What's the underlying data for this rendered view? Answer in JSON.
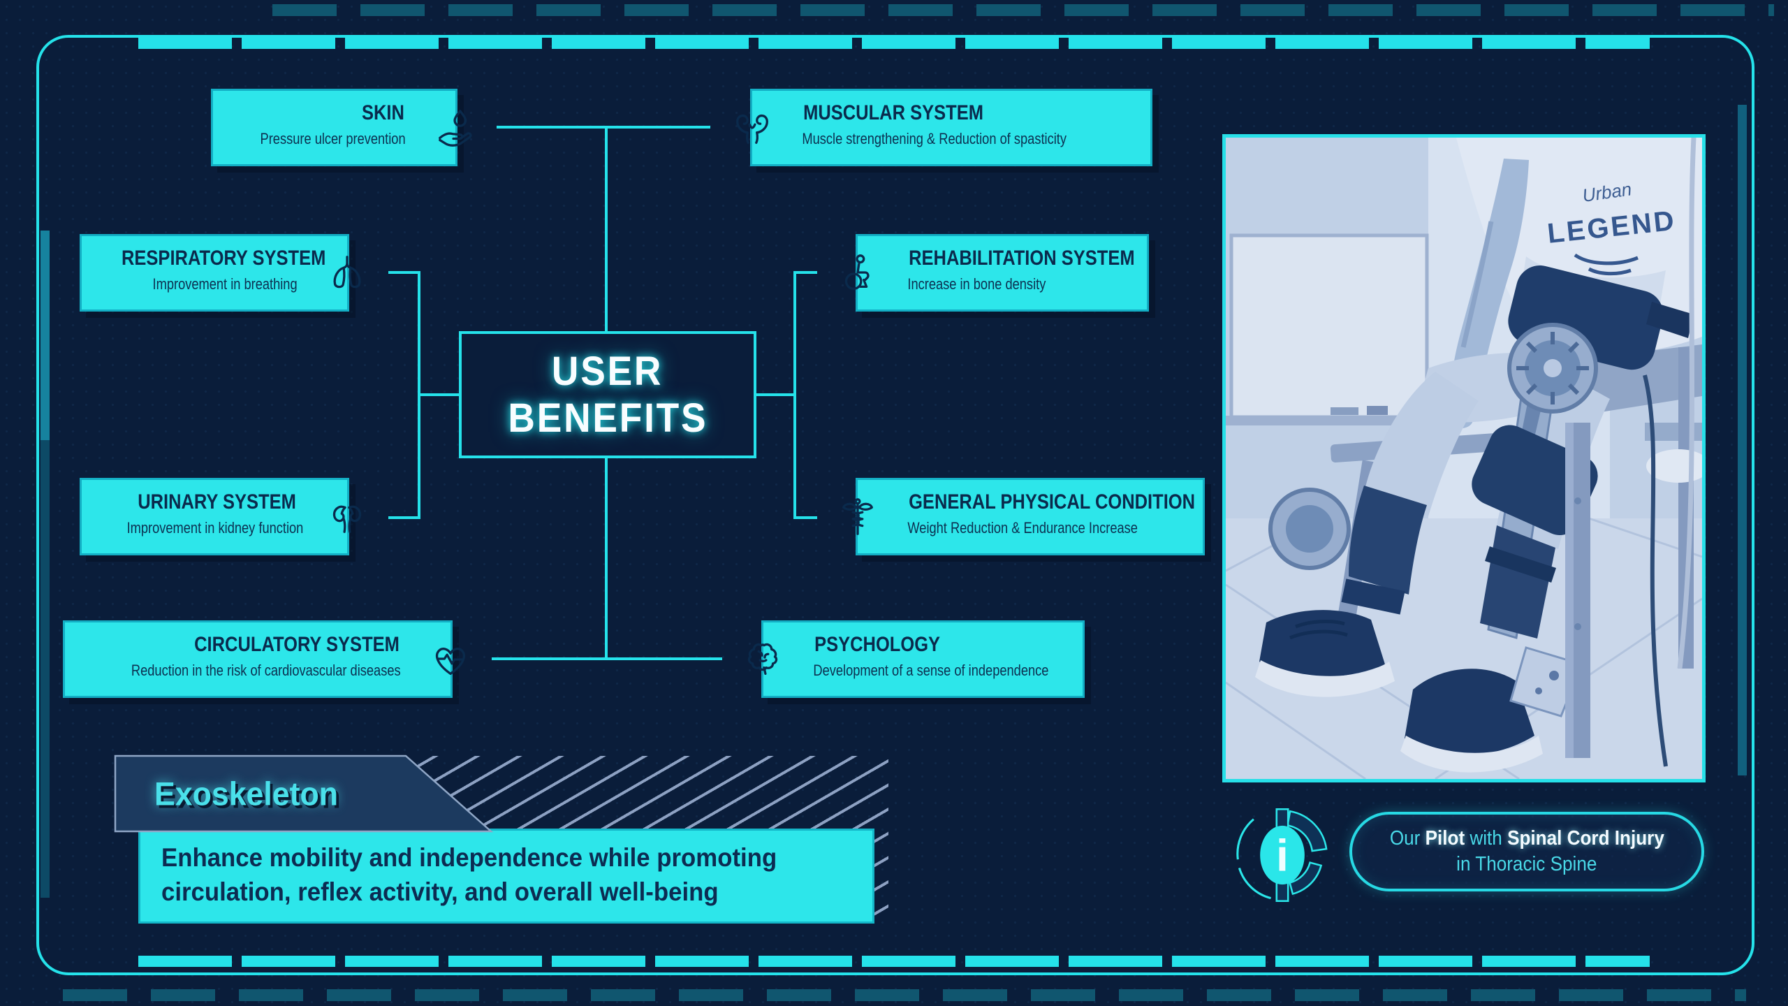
{
  "colors": {
    "background": "#0a1d3a",
    "accent_cyan": "#25e2ea",
    "box_fill": "#2de6ea",
    "box_text": "#0a2a4c",
    "crescent_teal": "#1a7f9b",
    "banner_fill": "#1c3a5f",
    "banner_text": "#4ae0ea"
  },
  "center_hub": {
    "line1": "USER",
    "line2": "BENEFITS"
  },
  "benefits": [
    {
      "title": "SKIN",
      "subtitle": "Pressure ulcer prevention",
      "icon": "hand-water-drop-icon",
      "side": "left"
    },
    {
      "title": "MUSCULAR SYSTEM",
      "subtitle": "Muscle strengthening & Reduction of spasticity",
      "icon": "flexing-arms-icon",
      "side": "right"
    },
    {
      "title": "RESPIRATORY SYSTEM",
      "subtitle": "Improvement in breathing",
      "icon": "lungs-icon",
      "side": "left"
    },
    {
      "title": "REHABILITATION SYSTEM",
      "subtitle": "Increase in bone density",
      "icon": "wheelchair-icon",
      "side": "right"
    },
    {
      "title": "URINARY SYSTEM",
      "subtitle": "Improvement in kidney function",
      "icon": "kidneys-icon",
      "side": "left"
    },
    {
      "title": "GENERAL PHYSICAL CONDITION",
      "subtitle": "Weight Reduction & Endurance Increase",
      "icon": "caduceus-icon",
      "side": "right"
    },
    {
      "title": "CIRCULATORY SYSTEM",
      "subtitle": "Reduction in the risk of cardiovascular diseases",
      "icon": "heart-pulse-icon",
      "side": "left"
    },
    {
      "title": "PSYCHOLOGY",
      "subtitle": "Development of a sense of independence",
      "icon": "brain-icon",
      "side": "right"
    }
  ],
  "exoskeleton": {
    "title": "Exoskeleton",
    "line1": "Enhance mobility and independence while promoting",
    "line2": "circulation, reflex activity, and overall well-being"
  },
  "pilot_badge": {
    "seg1": "Our ",
    "seg2": "Pilot",
    "seg3": " with ",
    "seg4": "Spinal Cord Injury",
    "line2": "in Thoracic Spine"
  },
  "info_icon": {
    "glyph": "i"
  },
  "photo": {
    "tshirt_line1": "Urban",
    "tshirt_line2": "LEGEND"
  }
}
